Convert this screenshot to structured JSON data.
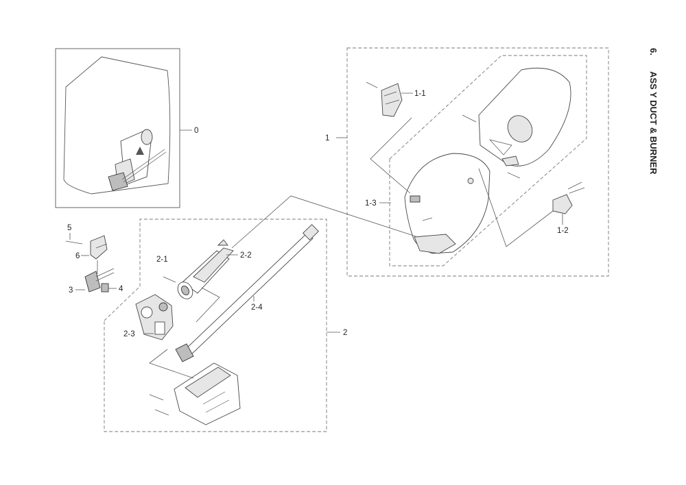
{
  "section": {
    "number": "6.",
    "title": "ASS Y DUCT & BURNER"
  },
  "callouts": {
    "c0": "0",
    "c1": "1",
    "c1_1": "1-1",
    "c1_2": "1-2",
    "c1_3": "1-3",
    "c2": "2",
    "c2_1": "2-1",
    "c2_2": "2-2",
    "c2_3": "2-3",
    "c2_4": "2-4",
    "c3": "3",
    "c4": "4",
    "c5": "5",
    "c6": "6"
  },
  "icons": {
    "assembly": "assembly-drawing-icon",
    "duct": "duct-drawing-icon",
    "burner": "burner-drawing-icon",
    "valve": "gas-valve-drawing-icon",
    "tube": "burner-tube-drawing-icon",
    "bracket": "bracket-drawing-icon",
    "screw": "screw-drawing-icon"
  }
}
